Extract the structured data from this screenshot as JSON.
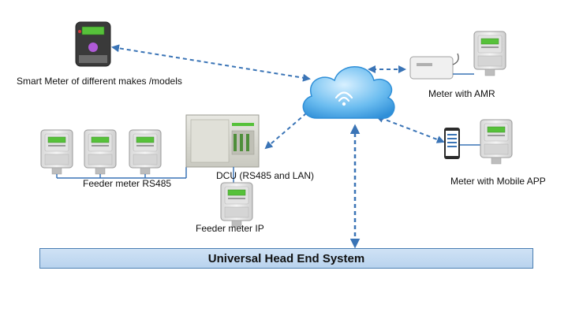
{
  "labels": {
    "smart_meter": "Smart Meter of different makes /models",
    "meter_amr": "Meter with AMR",
    "meter_mobile": "Meter with Mobile APP",
    "feeder_rs485": "Feeder meter  RS485",
    "dcu": "DCU (RS485 and LAN)",
    "feeder_ip": "Feeder meter  IP",
    "hes": "Universal Head End System"
  },
  "colors": {
    "link": "#3a74b6",
    "cloud_light": "#bfe3fb",
    "cloud_dark": "#2f8fd8",
    "hes_bar": "#c6dcf2",
    "meter_display": "#56c13a"
  }
}
